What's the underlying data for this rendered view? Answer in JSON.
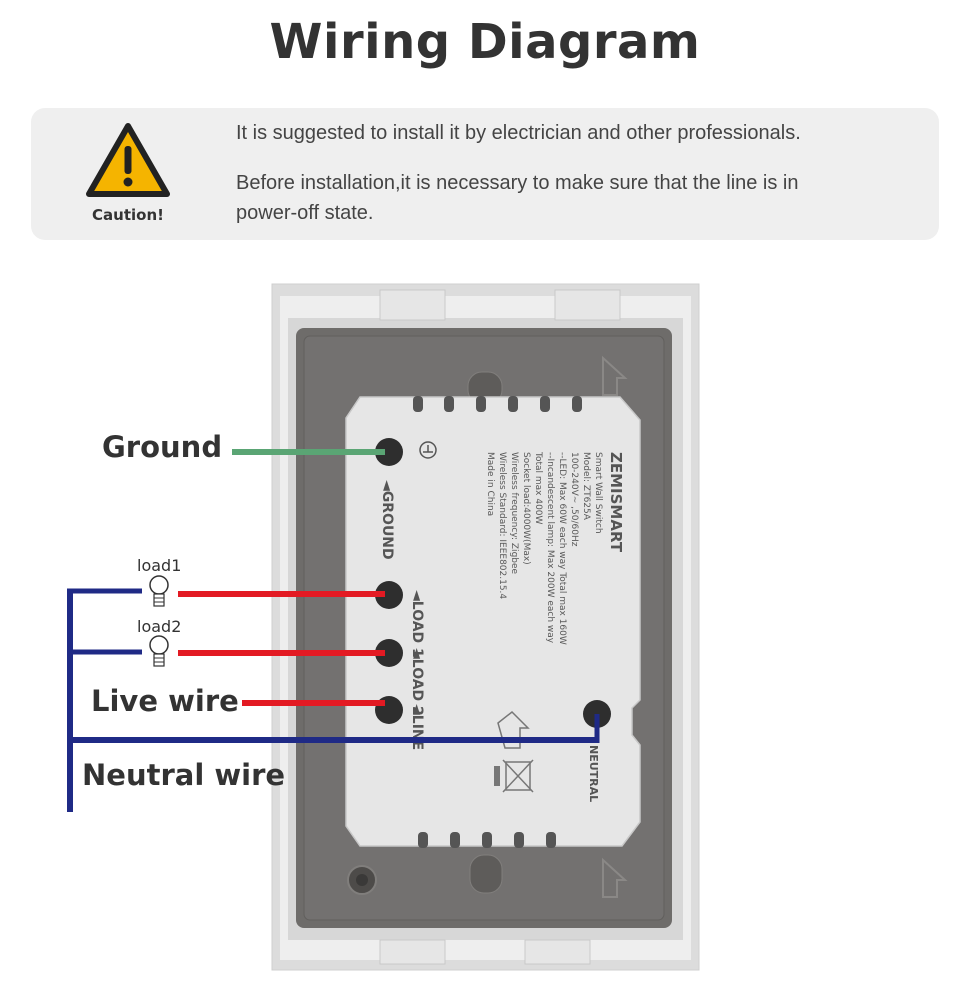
{
  "title": "Wiring Diagram",
  "caution": {
    "icon": "warning-triangle-icon",
    "label": "Caution!",
    "line1": "It is suggested to install it by electrician and other professionals.",
    "line2": "Before installation,it is necessary to make sure that the line is in power-off state."
  },
  "wiring": {
    "ground_label": "Ground",
    "live_label": "Live wire",
    "neutral_label": "Neutral wire",
    "load1_label": "load1",
    "load2_label": "load2"
  },
  "device": {
    "brand": "ZEMISMART",
    "terminals": {
      "ground": "◄GROUND",
      "load1": "◄LOAD 1",
      "load2": "◄LOAD 2",
      "line": "◄LINE",
      "neutral": "NEUTRAL"
    },
    "spec_lines": [
      "Smart Wall Switch",
      "Model: ZT625A",
      "100-240V~ ,50/60Hz",
      "--LED: Max 60W each way  Total max 160W",
      "--Incandescent lamp: Max 200W each way",
      "Total max 400W",
      "Socket load:4000W(Max)",
      "Wireless frequency: Zigbee",
      "Wireless Standard: IEEE802.15.4",
      "Made in China"
    ]
  },
  "colors": {
    "ground_wire": "#5aa574",
    "live_wire": "#e31a23",
    "neutral_wire": "#1f2a86",
    "frame": "#dddddd",
    "back_plate": "#6e6c6a",
    "module": "#e6e6e6"
  }
}
